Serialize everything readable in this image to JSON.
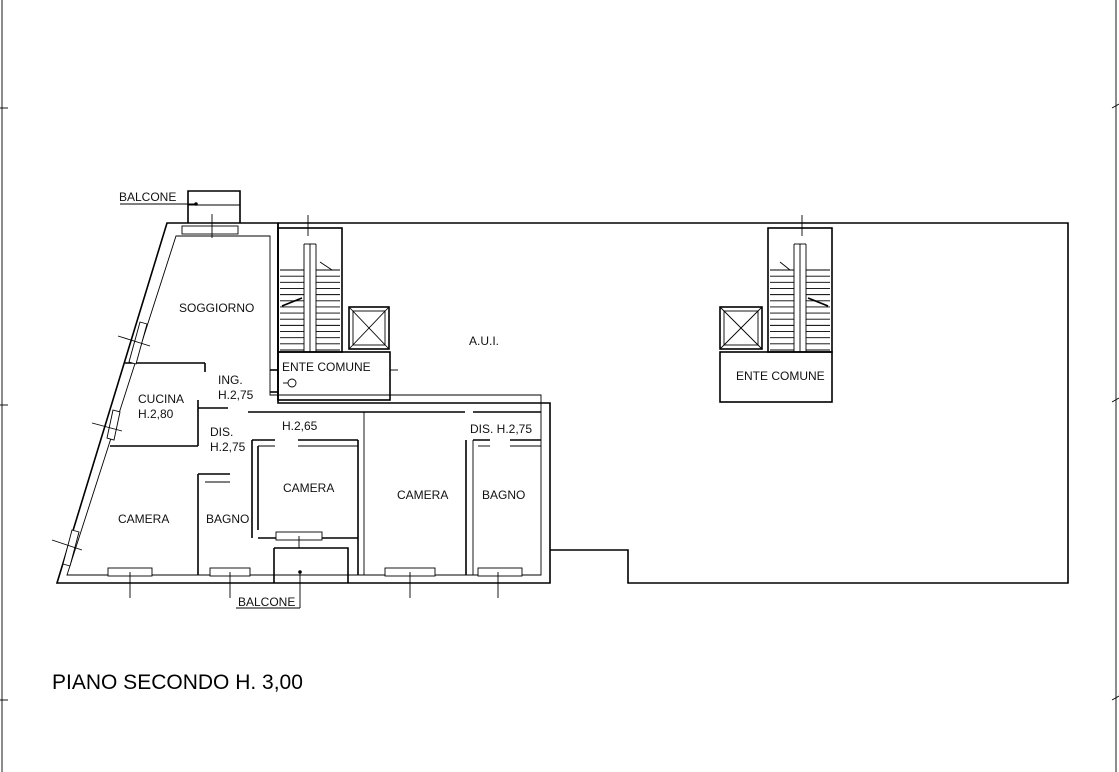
{
  "floor_title": "PIANO SECONDO H. 3,00",
  "rooms": {
    "soggiorno": "SOGGIORNO",
    "cucina": [
      "CUCINA",
      "H.2,80"
    ],
    "ingresso": [
      "ING.",
      "H.2,75"
    ],
    "disimpegno_1": [
      "DIS.",
      "H.2,75"
    ],
    "camera_1": "CAMERA",
    "bagno_1": "BAGNO",
    "camera_2_height": "H.2,65",
    "camera_2": "CAMERA",
    "camera_3": "CAMERA",
    "disimpegno_2": "DIS. H.2,75",
    "bagno_2": "BAGNO",
    "aui": "A.U.I.",
    "ente_comune_1": "ENTE COMUNE",
    "ente_comune_2": "ENTE COMUNE"
  },
  "balconies": {
    "top": "BALCONE",
    "bottom": "BALCONE"
  }
}
